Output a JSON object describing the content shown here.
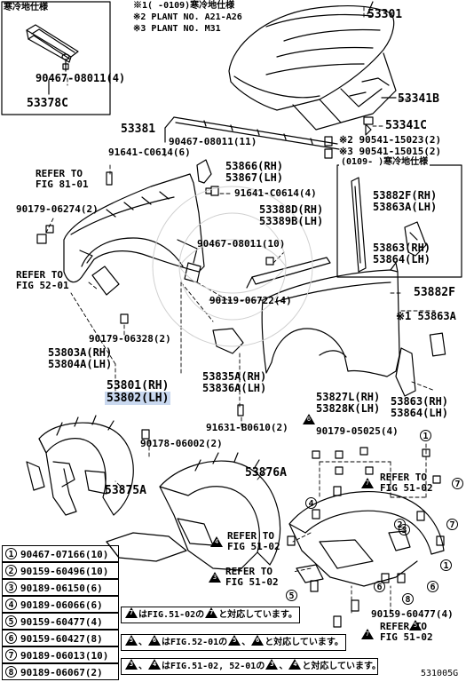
{
  "header": {
    "box_left_title": "寒冷地仕様",
    "notes": [
      "※1(    -0109)寒冷地仕様",
      "※2 PLANT  NO.  A21-A26",
      "※3 PLANT  NO.  M31"
    ],
    "box_right_title": "(0109-    )寒冷地仕様"
  },
  "parts": {
    "p53301": "53301",
    "p90467_08011_4": "90467-08011(4)",
    "p53378c": "53378C",
    "p53341b": "53341B",
    "p53341c": "53341C",
    "p53381": "53381",
    "p90467_08011_11": "90467-08011(11)",
    "p90541_15023": "※2 90541-15023(2)",
    "p90541_15015": "※3 90541-15015(2)",
    "p91641_c0614_6": "91641-C0614(6)",
    "refer81_a": "REFER  TO",
    "refer81_b": "FIG 81-01",
    "p53866": "53866(RH)",
    "p53867": "53867(LH)",
    "p91641_c0614_4": "91641-C0614(4)",
    "p90179_06274": "90179-06274(2)",
    "p53388d": "53388D(RH)",
    "p53389b": "53389B(LH)",
    "p90467_08011_10": "90467-08011(10)",
    "refer52a_a": "REFER  TO",
    "refer52a_b": "FIG 52-01",
    "p90119_06722": "90119-06722(4)",
    "p53882f_rh": "53882F(RH)",
    "p53863a_lh": "53863A(LH)",
    "p53863_rh": "53863(RH)",
    "p53864_lh": "53864(LH)",
    "p53882f": "53882F",
    "p53863a_1": "※1 53863A",
    "p90179_06328": "90179-06328(2)",
    "p53803a": "53803A(RH)",
    "p53804a": "53804A(LH)",
    "p53835a": "53835A(RH)",
    "p53836a": "53836A(LH)",
    "p53801": "53801(RH)",
    "p53802": "53802(LH)",
    "p53827l": "53827L(RH)",
    "p53828k": "53828K(LH)",
    "p53863_rh2": "53863(RH)",
    "p53864_lh2": "53864(LH)",
    "p91631_b0610": "91631-B0610(2)",
    "p90179_05025": "90179-05025(4)",
    "p90178_06002": "90178-06002(2)",
    "p53876a": "53876A",
    "p53875a": "53875A",
    "refer52c_a": "REFER  TO",
    "refer52c_b": "FIG  51-02",
    "refer52d_a": "REFER  TO",
    "refer52d_b": "FIG  51-02",
    "refer52e_a": "REFER  TO",
    "refer52e_b": "FIG  51-02",
    "refer52f_a": "REFER  TO",
    "refer52f_b": "FIG  51-02",
    "p90159_60477_4": "90159-60477(4)",
    "fig_code": "531005G"
  },
  "legend": [
    {
      "num": "1",
      "code": "90467-07166(10)"
    },
    {
      "num": "2",
      "code": "90159-60496(10)"
    },
    {
      "num": "3",
      "code": "90189-06150(6)"
    },
    {
      "num": "4",
      "code": "90189-06066(6)"
    },
    {
      "num": "5",
      "code": "90159-60477(4)"
    },
    {
      "num": "6",
      "code": "90159-60427(8)"
    },
    {
      "num": "7",
      "code": "90189-06013(10)"
    },
    {
      "num": "8",
      "code": "90189-06067(2)"
    }
  ],
  "notes_jp": {
    "n1_a": "はFIG.51-02の",
    "n1_b": "と対応しています。",
    "n1_t1": "7",
    "n1_t2": "7",
    "n2_a": "、",
    "n2_b": "はFIG.52-01の",
    "n2_c": "、",
    "n2_d": "と対応しています。",
    "n2_t1": "5",
    "n2_t2": "6",
    "n2_t3": "5",
    "n2_t4": "6",
    "n3_a": "、",
    "n3_b": "はFIG.51-02, 52-01の",
    "n3_c": "、",
    "n3_d": "と対応しています。",
    "n3_t1": "3",
    "n3_t2": "4",
    "n3_t3": "3",
    "n3_t4": "4"
  },
  "markers": {
    "m1": "1",
    "m2": "2",
    "m3": "3",
    "m4": "4",
    "m5": "5",
    "m6": "6",
    "m7": "7",
    "m8": "8"
  }
}
